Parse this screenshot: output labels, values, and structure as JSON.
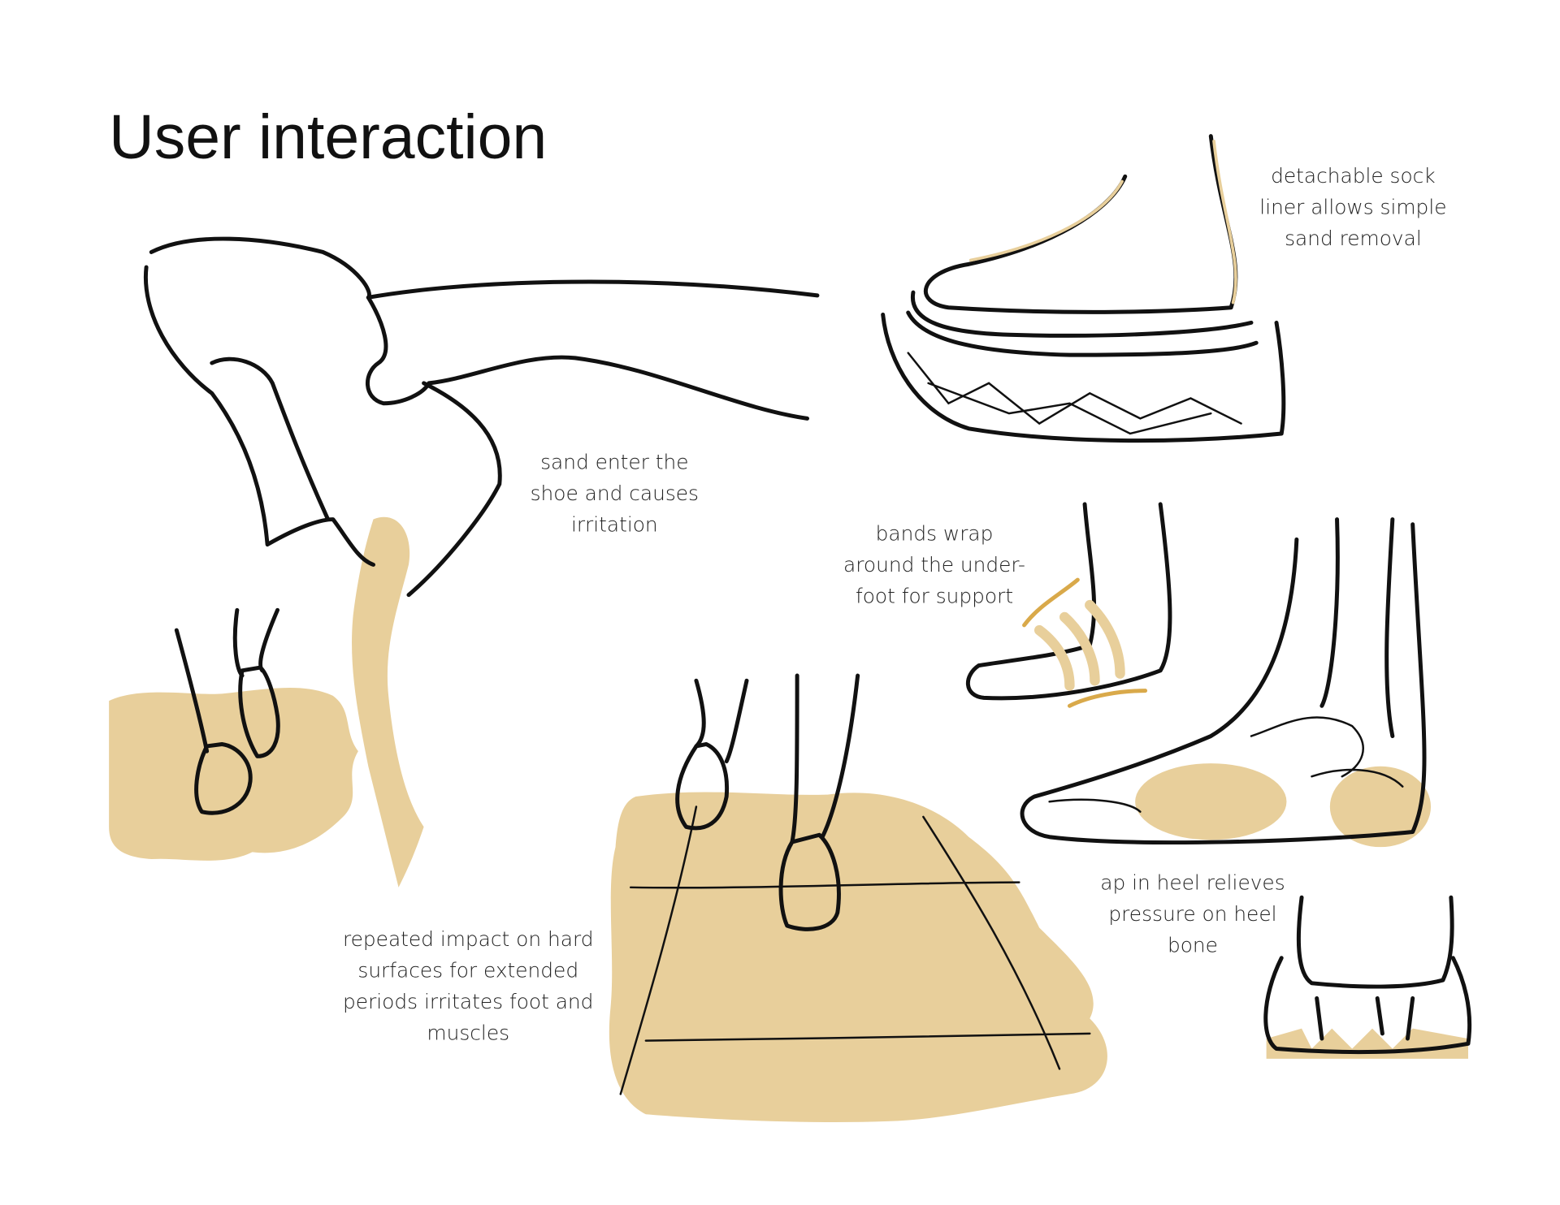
{
  "title": "User interaction",
  "annotations": {
    "sock_liner": [
      "detachable sock",
      "liner allows simple",
      "sand removal"
    ],
    "sand_enter": [
      "sand enter the",
      "shoe and causes",
      "irritation"
    ],
    "bands_wrap": [
      "bands wrap",
      "around the under-",
      "foot for support"
    ],
    "heel_gap": [
      "ap in heel relieves",
      "pressure on heel",
      "bone"
    ],
    "impact": [
      "repeated impact on hard",
      "surfaces for extended",
      "periods irritates foot and",
      "muscles"
    ]
  },
  "colors": {
    "sand": "#e8cf9b",
    "ink": "#111111"
  }
}
